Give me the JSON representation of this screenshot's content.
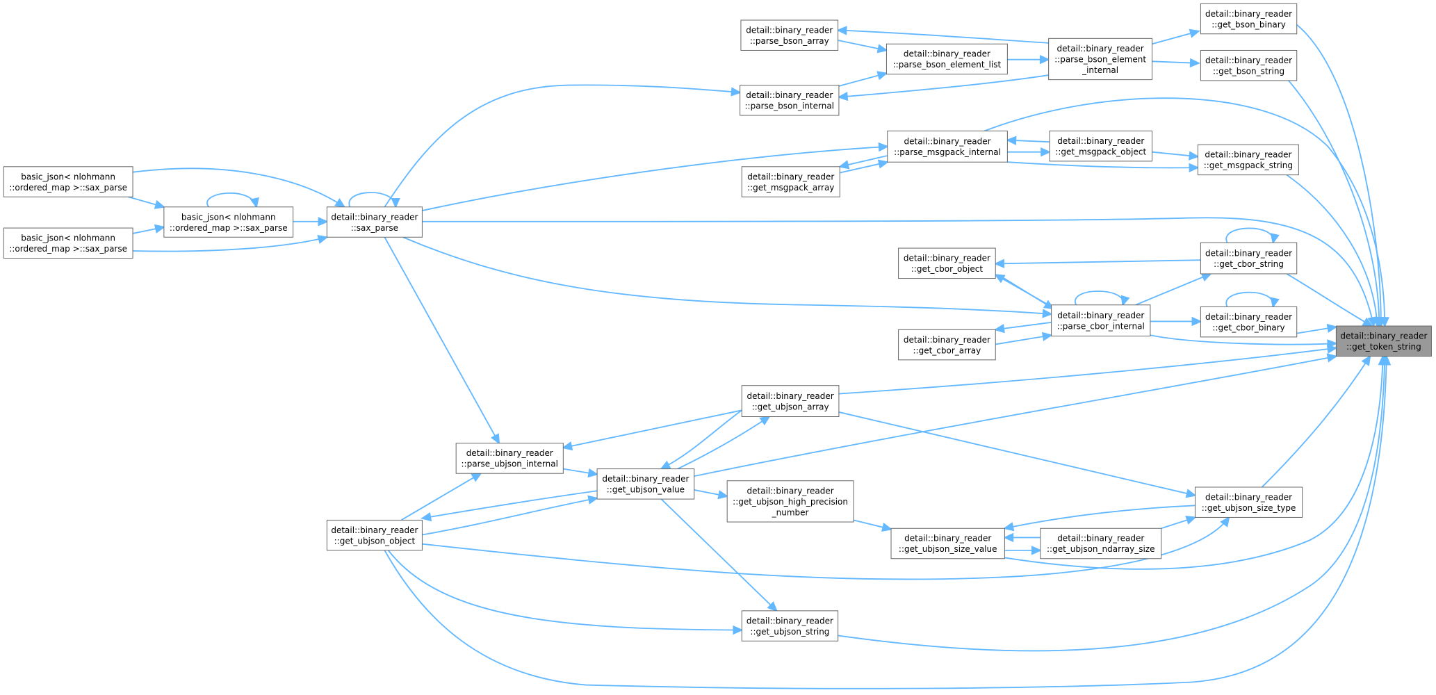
{
  "diagram": {
    "colors": {
      "edge": "#63b8ff",
      "node_border": "#666666",
      "node_fill": "#ffffff",
      "highlight_fill": "#999999"
    },
    "nodes": [
      {
        "id": "get_token_string",
        "lines": [
          "detail::binary_reader",
          "::get_token_string"
        ],
        "highlight": true
      },
      {
        "id": "get_bson_binary",
        "lines": [
          "detail::binary_reader",
          "::get_bson_binary"
        ]
      },
      {
        "id": "get_bson_string",
        "lines": [
          "detail::binary_reader",
          "::get_bson_string"
        ]
      },
      {
        "id": "parse_bson_element_internal",
        "lines": [
          "detail::binary_reader",
          "::parse_bson_element",
          "_internal"
        ]
      },
      {
        "id": "parse_bson_array",
        "lines": [
          "detail::binary_reader",
          "::parse_bson_array"
        ]
      },
      {
        "id": "parse_bson_element_list",
        "lines": [
          "detail::binary_reader",
          "::parse_bson_element_list"
        ]
      },
      {
        "id": "parse_bson_internal",
        "lines": [
          "detail::binary_reader",
          "::parse_bson_internal"
        ]
      },
      {
        "id": "parse_msgpack_internal",
        "lines": [
          "detail::binary_reader",
          "::parse_msgpack_internal"
        ]
      },
      {
        "id": "get_msgpack_object",
        "lines": [
          "detail::binary_reader",
          "::get_msgpack_object"
        ]
      },
      {
        "id": "get_msgpack_string",
        "lines": [
          "detail::binary_reader",
          "::get_msgpack_string"
        ]
      },
      {
        "id": "get_msgpack_array",
        "lines": [
          "detail::binary_reader",
          "::get_msgpack_array"
        ]
      },
      {
        "id": "sax_parse_br",
        "lines": [
          "detail::binary_reader",
          "::sax_parse"
        ]
      },
      {
        "id": "sax_parse_mid",
        "lines": [
          "basic_json< nlohmann",
          "::ordered_map >::sax_parse"
        ]
      },
      {
        "id": "sax_parse_top",
        "lines": [
          "basic_json< nlohmann",
          "::ordered_map >::sax_parse"
        ]
      },
      {
        "id": "sax_parse_bot",
        "lines": [
          "basic_json< nlohmann",
          "::ordered_map >::sax_parse"
        ]
      },
      {
        "id": "get_cbor_string",
        "lines": [
          "detail::binary_reader",
          "::get_cbor_string"
        ]
      },
      {
        "id": "get_cbor_object",
        "lines": [
          "detail::binary_reader",
          "::get_cbor_object"
        ]
      },
      {
        "id": "parse_cbor_internal",
        "lines": [
          "detail::binary_reader",
          "::parse_cbor_internal"
        ]
      },
      {
        "id": "get_cbor_binary",
        "lines": [
          "detail::binary_reader",
          "::get_cbor_binary"
        ]
      },
      {
        "id": "get_cbor_array",
        "lines": [
          "detail::binary_reader",
          "::get_cbor_array"
        ]
      },
      {
        "id": "get_ubjson_array",
        "lines": [
          "detail::binary_reader",
          "::get_ubjson_array"
        ]
      },
      {
        "id": "parse_ubjson_internal",
        "lines": [
          "detail::binary_reader",
          "::parse_ubjson_internal"
        ]
      },
      {
        "id": "get_ubjson_value",
        "lines": [
          "detail::binary_reader",
          "::get_ubjson_value"
        ]
      },
      {
        "id": "get_ubjson_high_precision_number",
        "lines": [
          "detail::binary_reader",
          "::get_ubjson_high_precision",
          "_number"
        ]
      },
      {
        "id": "get_ubjson_size_type",
        "lines": [
          "detail::binary_reader",
          "::get_ubjson_size_type"
        ]
      },
      {
        "id": "get_ubjson_object",
        "lines": [
          "detail::binary_reader",
          "::get_ubjson_object"
        ]
      },
      {
        "id": "get_ubjson_size_value",
        "lines": [
          "detail::binary_reader",
          "::get_ubjson_size_value"
        ]
      },
      {
        "id": "get_ubjson_ndarray_size",
        "lines": [
          "detail::binary_reader",
          "::get_ubjson_ndarray_size"
        ]
      },
      {
        "id": "get_ubjson_string",
        "lines": [
          "detail::binary_reader",
          "::get_ubjson_string"
        ]
      }
    ],
    "edges": [
      [
        "get_bson_binary",
        "get_token_string"
      ],
      [
        "get_bson_string",
        "get_token_string"
      ],
      [
        "parse_bson_element_internal",
        "get_bson_binary"
      ],
      [
        "parse_bson_element_internal",
        "get_bson_string"
      ],
      [
        "parse_bson_element_internal",
        "parse_bson_array"
      ],
      [
        "parse_bson_element_internal",
        "parse_bson_internal"
      ],
      [
        "parse_bson_array",
        "parse_bson_element_list"
      ],
      [
        "parse_bson_internal",
        "parse_bson_element_list"
      ],
      [
        "parse_bson_element_list",
        "parse_bson_element_internal"
      ],
      [
        "sax_parse_br",
        "parse_bson_internal"
      ],
      [
        "parse_msgpack_internal",
        "get_token_string"
      ],
      [
        "get_msgpack_object",
        "parse_msgpack_internal"
      ],
      [
        "parse_msgpack_internal",
        "get_msgpack_object"
      ],
      [
        "get_msgpack_object",
        "get_msgpack_string"
      ],
      [
        "parse_msgpack_internal",
        "get_msgpack_string"
      ],
      [
        "get_msgpack_string",
        "get_token_string"
      ],
      [
        "parse_msgpack_internal",
        "get_msgpack_array"
      ],
      [
        "get_msgpack_array",
        "parse_msgpack_internal"
      ],
      [
        "sax_parse_br",
        "parse_msgpack_internal"
      ],
      [
        "sax_parse_br",
        "get_token_string"
      ],
      [
        "sax_parse_top",
        "sax_parse_mid"
      ],
      [
        "sax_parse_bot",
        "sax_parse_mid"
      ],
      [
        "sax_parse_mid",
        "sax_parse_mid"
      ],
      [
        "sax_parse_top",
        "sax_parse_br"
      ],
      [
        "sax_parse_mid",
        "sax_parse_br"
      ],
      [
        "sax_parse_bot",
        "sax_parse_br"
      ],
      [
        "sax_parse_br",
        "sax_parse_br"
      ],
      [
        "get_cbor_string",
        "get_token_string"
      ],
      [
        "get_cbor_string",
        "get_cbor_string"
      ],
      [
        "get_cbor_string",
        "get_cbor_object"
      ],
      [
        "parse_cbor_internal",
        "get_cbor_string"
      ],
      [
        "parse_cbor_internal",
        "get_cbor_object"
      ],
      [
        "get_cbor_object",
        "parse_cbor_internal"
      ],
      [
        "parse_cbor_internal",
        "parse_cbor_internal"
      ],
      [
        "sax_parse_br",
        "parse_cbor_internal"
      ],
      [
        "parse_cbor_internal",
        "get_cbor_binary"
      ],
      [
        "get_cbor_binary",
        "get_cbor_binary"
      ],
      [
        "get_cbor_binary",
        "get_token_string"
      ],
      [
        "parse_cbor_internal",
        "get_token_string"
      ],
      [
        "parse_cbor_internal",
        "get_cbor_array"
      ],
      [
        "get_cbor_array",
        "parse_cbor_internal"
      ],
      [
        "get_ubjson_array",
        "get_token_string"
      ],
      [
        "get_ubjson_value",
        "get_token_string"
      ],
      [
        "get_ubjson_array",
        "parse_ubjson_internal"
      ],
      [
        "get_ubjson_array",
        "get_ubjson_value"
      ],
      [
        "get_ubjson_value",
        "get_ubjson_array"
      ],
      [
        "get_ubjson_array",
        "get_ubjson_size_type"
      ],
      [
        "sax_parse_br",
        "parse_ubjson_internal"
      ],
      [
        "parse_ubjson_internal",
        "get_ubjson_value"
      ],
      [
        "get_ubjson_object",
        "parse_ubjson_internal"
      ],
      [
        "get_ubjson_value",
        "get_ubjson_object"
      ],
      [
        "get_ubjson_object",
        "get_ubjson_value"
      ],
      [
        "get_ubjson_value",
        "get_ubjson_high_precision_number"
      ],
      [
        "get_ubjson_high_precision_number",
        "get_ubjson_size_value"
      ],
      [
        "get_ubjson_size_type",
        "get_ubjson_size_value"
      ],
      [
        "get_ubjson_ndarray_size",
        "get_ubjson_size_value"
      ],
      [
        "get_ubjson_size_value",
        "get_ubjson_ndarray_size"
      ],
      [
        "get_ubjson_ndarray_size",
        "get_ubjson_size_type"
      ],
      [
        "get_ubjson_size_type",
        "get_token_string"
      ],
      [
        "get_ubjson_object",
        "get_ubjson_size_type"
      ],
      [
        "get_ubjson_size_value",
        "get_token_string"
      ],
      [
        "get_ubjson_value",
        "get_ubjson_string"
      ],
      [
        "get_ubjson_object",
        "get_ubjson_string"
      ],
      [
        "get_ubjson_string",
        "get_token_string"
      ],
      [
        "get_ubjson_object",
        "get_token_string"
      ]
    ]
  }
}
